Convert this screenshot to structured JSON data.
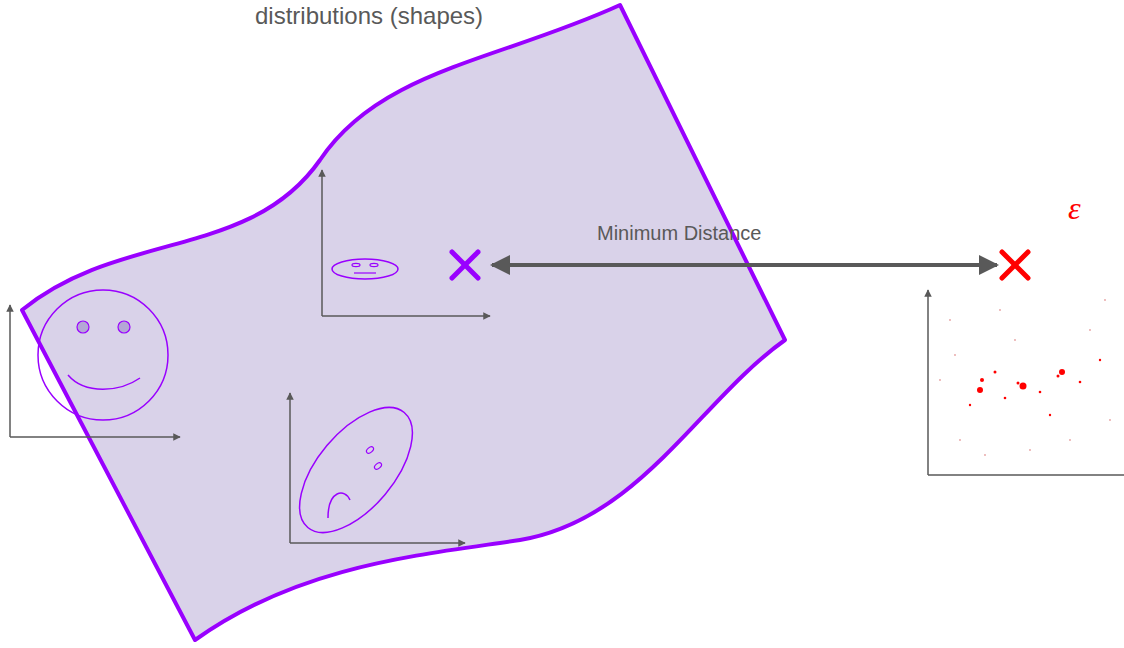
{
  "diagram": {
    "labels": [
      "distributions (shapes)",
      "Minimum Distance",
      "ε"
    ]
  }
}
